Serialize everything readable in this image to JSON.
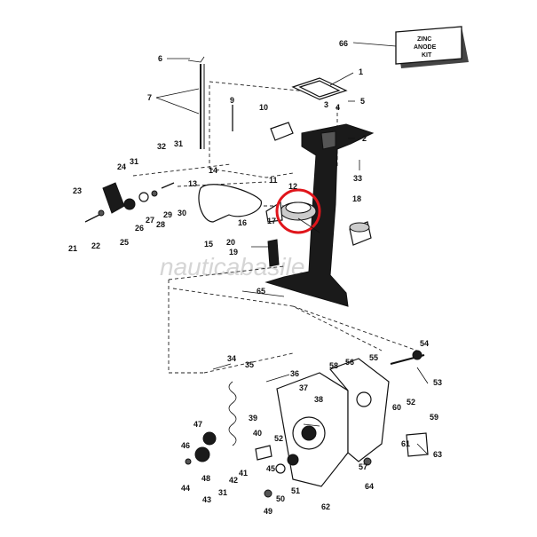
{
  "kit_box": {
    "line1": "ZINC",
    "line2": "ANODE",
    "line3": "KIT"
  },
  "watermark": "nauticabasile.it",
  "highlight_color": "#e0151b",
  "callouts": [
    "66",
    "1",
    "6",
    "7",
    "9",
    "10",
    "3",
    "4",
    "5",
    "2",
    "33",
    "31",
    "32",
    "24",
    "13",
    "14",
    "11",
    "12",
    "23",
    "27",
    "29",
    "30",
    "26",
    "28",
    "18",
    "16",
    "17",
    "21",
    "22",
    "25",
    "15",
    "20",
    "19",
    "65",
    "54",
    "34",
    "35",
    "55",
    "56",
    "58",
    "36",
    "53",
    "37",
    "38",
    "52",
    "39",
    "60",
    "59",
    "47",
    "40",
    "61",
    "46",
    "48",
    "42",
    "41",
    "45",
    "57",
    "50",
    "51",
    "44",
    "43",
    "62",
    "64",
    "49",
    "63"
  ]
}
